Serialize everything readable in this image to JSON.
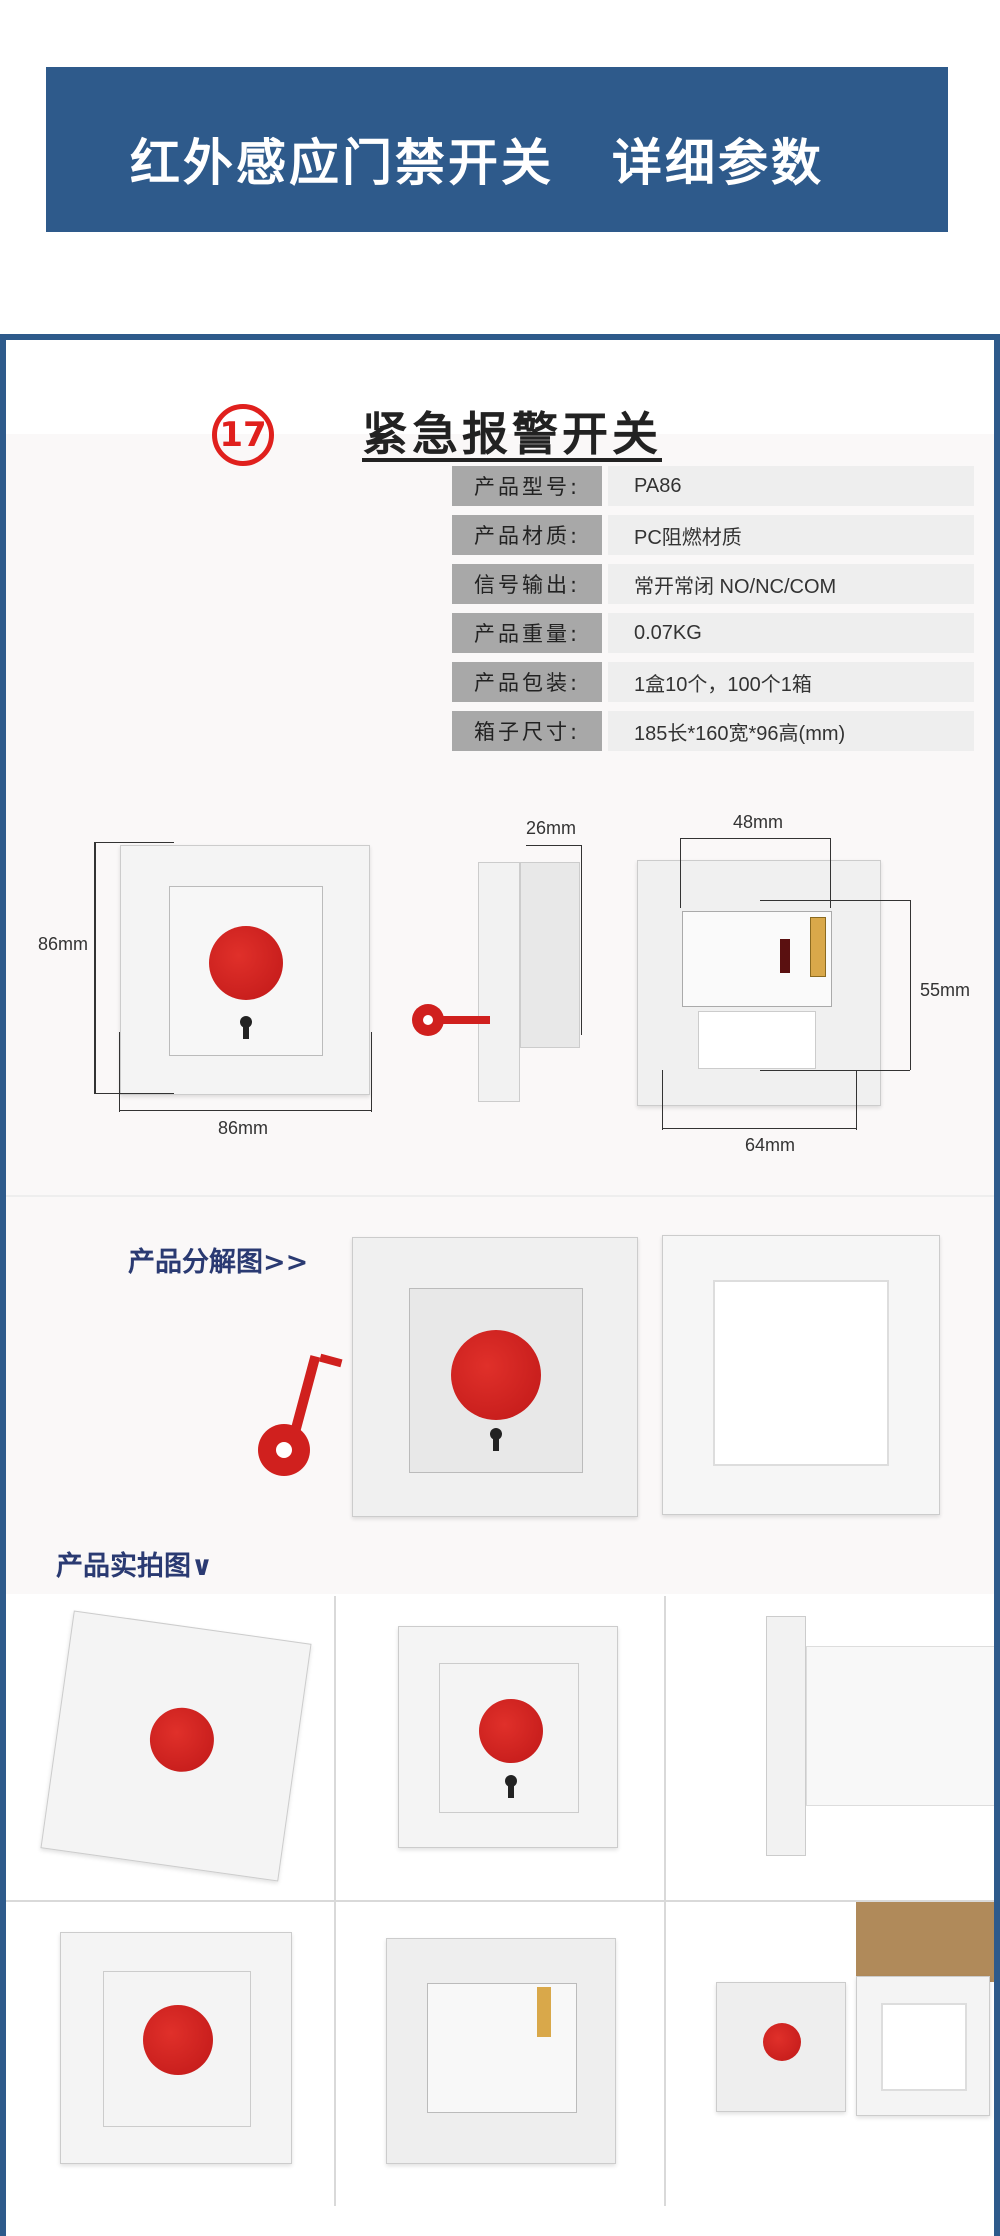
{
  "banner": {
    "left_text": "红外感应门禁开关",
    "right_text": "详细参数"
  },
  "product": {
    "number": "17",
    "title": "紧急报警开关"
  },
  "specs": [
    {
      "label": "产品型号:",
      "value": "PA86"
    },
    {
      "label": "产品材质:",
      "value": "PC阻燃材质"
    },
    {
      "label": "信号输出:",
      "value": "常开常闭  NO/NC/COM"
    },
    {
      "label": "产品重量:",
      "value": "0.07KG"
    },
    {
      "label": "产品包装:",
      "value": "1盒10个，100个1箱"
    },
    {
      "label": "箱子尺寸:",
      "value": "185长*160宽*96高(mm)"
    }
  ],
  "dimensions": {
    "height_front": "86mm",
    "width_front": "86mm",
    "depth_side": "26mm",
    "width_back_top": "48mm",
    "height_back": "55mm",
    "width_back_bottom": "64mm"
  },
  "sections": {
    "exploded": "产品分解图>>",
    "photos": "产品实拍图∨"
  },
  "colors": {
    "banner": "#2e5a8b",
    "accent_red": "#e0201d",
    "button_red": "#d0201e",
    "section_text": "#2a3a72"
  }
}
